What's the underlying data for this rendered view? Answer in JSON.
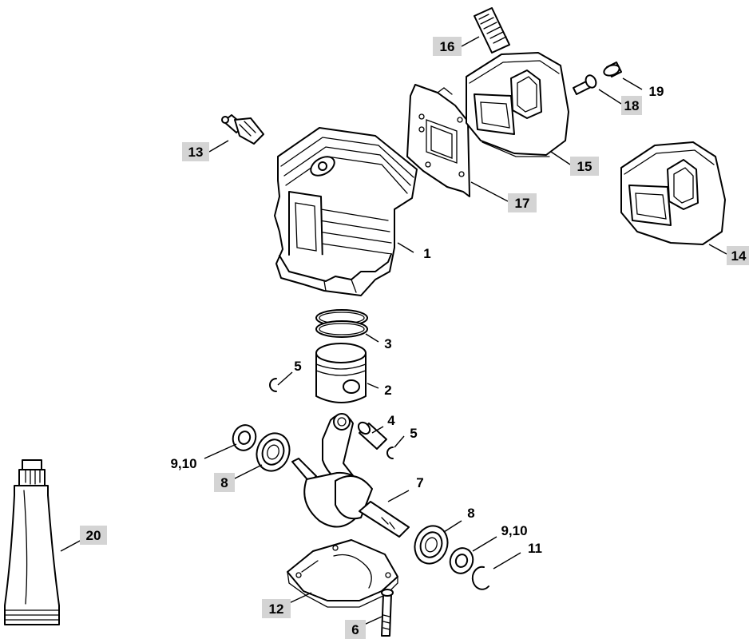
{
  "callouts": {
    "c1": "1",
    "c2": "2",
    "c3": "3",
    "c4": "4",
    "c5a": "5",
    "c5b": "5",
    "c6": "6",
    "c7": "7",
    "c8a": "8",
    "c8b": "8",
    "c910a": "9,10",
    "c910b": "9,10",
    "c11": "11",
    "c12": "12",
    "c13": "13",
    "c14": "14",
    "c15": "15",
    "c16": "16",
    "c17": "17",
    "c18": "18",
    "c19": "19",
    "c20": "20"
  },
  "colors": {
    "callout_highlight": "#d4d4d4",
    "line": "#000000",
    "background": "#ffffff"
  }
}
